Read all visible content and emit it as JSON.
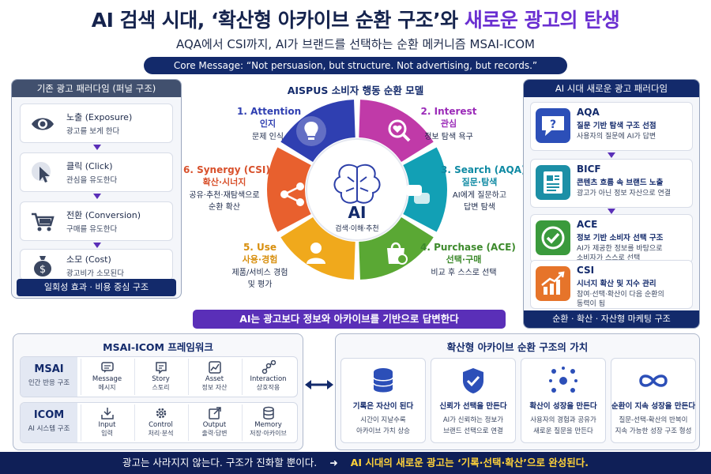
{
  "header": {
    "title_part1": "AI 검색 시대, ‘확산형 아카이브 순환 구조’와",
    "title_part2": "새로운 광고의 탄생",
    "subtitle": "AQA에서 CSI까지, AI가 브랜드를 선택하는 순환 메커니즘 MSAI-ICOM",
    "core_message": "Core Message: “Not persuasion, but structure.  Not advertising, but records.”"
  },
  "left_panel": {
    "title": "기존 광고 패러다임 (퍼널 구조)",
    "items": [
      {
        "title": "노출 (Exposure)",
        "desc": "광고를 보게 한다",
        "icon": "eye-icon"
      },
      {
        "title": "클릭 (Click)",
        "desc": "관심을 유도한다",
        "icon": "cursor-click-icon"
      },
      {
        "title": "전환 (Conversion)",
        "desc": "구매를 유도한다",
        "icon": "cart-icon"
      },
      {
        "title": "소모 (Cost)",
        "desc": "광고비가 소모된다",
        "icon": "money-bag-icon"
      }
    ],
    "footer": "일회성 효과 · 비용 중심 구조"
  },
  "cycle": {
    "title": "AISPUS 소비자 행동 순환 모델",
    "center_title": "AI",
    "center_sub": "검색·이해·추천",
    "stages": [
      {
        "head": "1. Attention",
        "kr": "인지",
        "desc1": "문제 인식",
        "desc2": "",
        "color": "#2f3fb1"
      },
      {
        "head": "2. Interest",
        "kr": "관심",
        "desc1": "정보 탐색 욕구",
        "desc2": "",
        "color": "#c03aa8"
      },
      {
        "head": "3. Search (AQA)",
        "kr": "질문·탐색",
        "desc1": "AI에게 질문하고",
        "desc2": "답변 탐색",
        "color": "#12a0b5"
      },
      {
        "head": "4. Purchase (ACE)",
        "kr": "선택·구매",
        "desc1": "비교 후 스스로 선택",
        "desc2": "",
        "color": "#5aa834"
      },
      {
        "head": "5. Use",
        "kr": "사용·경험",
        "desc1": "제품/서비스 경험",
        "desc2": "및 평가",
        "color": "#f0a91c"
      },
      {
        "head": "6. Synergy (CSI)",
        "kr": "확산·시너지",
        "desc1": "공유·추천·재탐색으로",
        "desc2": "순환 확산",
        "color": "#e8602e"
      }
    ],
    "banner": "AI는 광고보다 정보와 아카이브를 기반으로 답변한다"
  },
  "right_panel": {
    "title": "AI 시대 새로운 광고 패러다임",
    "items": [
      {
        "title": "AQA",
        "sub": "질문 기반 탐색 구조 선점",
        "desc1": "사용자의 질문에 AI가 답변",
        "desc2": "",
        "color": "#2c4fb8",
        "icon": "question-bubble-icon"
      },
      {
        "title": "BICF",
        "sub": "콘텐츠 흐름 속 브랜드 노출",
        "desc1": "광고가 아닌 정보 자산으로 연결",
        "desc2": "",
        "color": "#1c8fa6",
        "icon": "document-icon"
      },
      {
        "title": "ACE",
        "sub": "정보 기반 소비자 선택 구조",
        "desc1": "AI가 제공한 정보를 바탕으로",
        "desc2": "소비자가 스스로 선택",
        "color": "#3a9a3c",
        "icon": "check-hand-icon"
      },
      {
        "title": "CSI",
        "sub": "시너지 확산 및 지수 관리",
        "desc1": "참여·선택·확산이 다음 순환의",
        "desc2": "동력이 됨",
        "color": "#e6742a",
        "icon": "growth-chart-icon"
      }
    ],
    "footer": "순환 · 확산 · 자산형 마케팅 구조"
  },
  "framework": {
    "title": "MSAI-ICOM 프레임워크",
    "rows": [
      {
        "label": "MSAI",
        "label_sub": "인간 반응 구조",
        "items": [
          {
            "en": "Message",
            "kr": "메시지",
            "icon": "message-icon"
          },
          {
            "en": "Story",
            "kr": "스토리",
            "icon": "story-icon"
          },
          {
            "en": "Asset",
            "kr": "정보 자산",
            "icon": "asset-icon"
          },
          {
            "en": "Interaction",
            "kr": "상호작용",
            "icon": "interaction-icon"
          }
        ]
      },
      {
        "label": "ICOM",
        "label_sub": "AI 시스템 구조",
        "items": [
          {
            "en": "Input",
            "kr": "입력",
            "icon": "input-icon"
          },
          {
            "en": "Control",
            "kr": "처리·분석",
            "icon": "gear-icon"
          },
          {
            "en": "Output",
            "kr": "출력·답변",
            "icon": "output-icon"
          },
          {
            "en": "Memory",
            "kr": "저장·아카이브",
            "icon": "database-icon"
          }
        ]
      }
    ]
  },
  "values": {
    "title": "확산형 아카이브 순환 구조의 가치",
    "items": [
      {
        "title": "기록은 자산이 된다",
        "desc1": "시간이 지날수록",
        "desc2": "아카이브 가치 상승",
        "icon": "database-icon"
      },
      {
        "title": "신뢰가 선택을 만든다",
        "desc1": "AI가 신뢰하는 정보가",
        "desc2": "브랜드 선택으로 연결",
        "icon": "shield-check-icon"
      },
      {
        "title": "확산이 성장을 만든다",
        "desc1": "사용자의 경험과 공유가",
        "desc2": "새로운 질문을 만든다",
        "icon": "network-icon"
      },
      {
        "title": "순환이 지속 성장을 만든다",
        "desc1": "질문-선택-확산의 반복이",
        "desc2": "지속 가능한 성장 구조 형성",
        "icon": "infinity-icon"
      }
    ]
  },
  "footer": {
    "left": "광고는 사라지지 않는다.  구조가 진화할 뿐이다.",
    "arrow": "➜",
    "right": "AI 시대의 새로운 광고는 ‘기록·선택·확산’으로 완성된다."
  }
}
